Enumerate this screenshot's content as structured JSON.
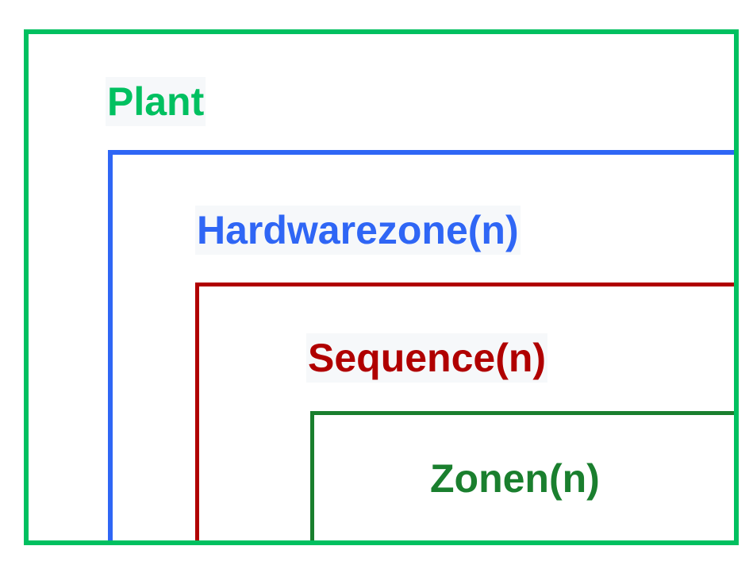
{
  "diagram": {
    "levels": [
      {
        "id": "plant",
        "label": "Plant",
        "color": "#00c060"
      },
      {
        "id": "hardwarezone",
        "label": "Hardwarezone(n)",
        "color": "#2f66f5"
      },
      {
        "id": "sequence",
        "label": "Sequence(n)",
        "color": "#b00000"
      },
      {
        "id": "zonen",
        "label": "Zonen(n)",
        "color": "#1a7f2e"
      }
    ]
  }
}
